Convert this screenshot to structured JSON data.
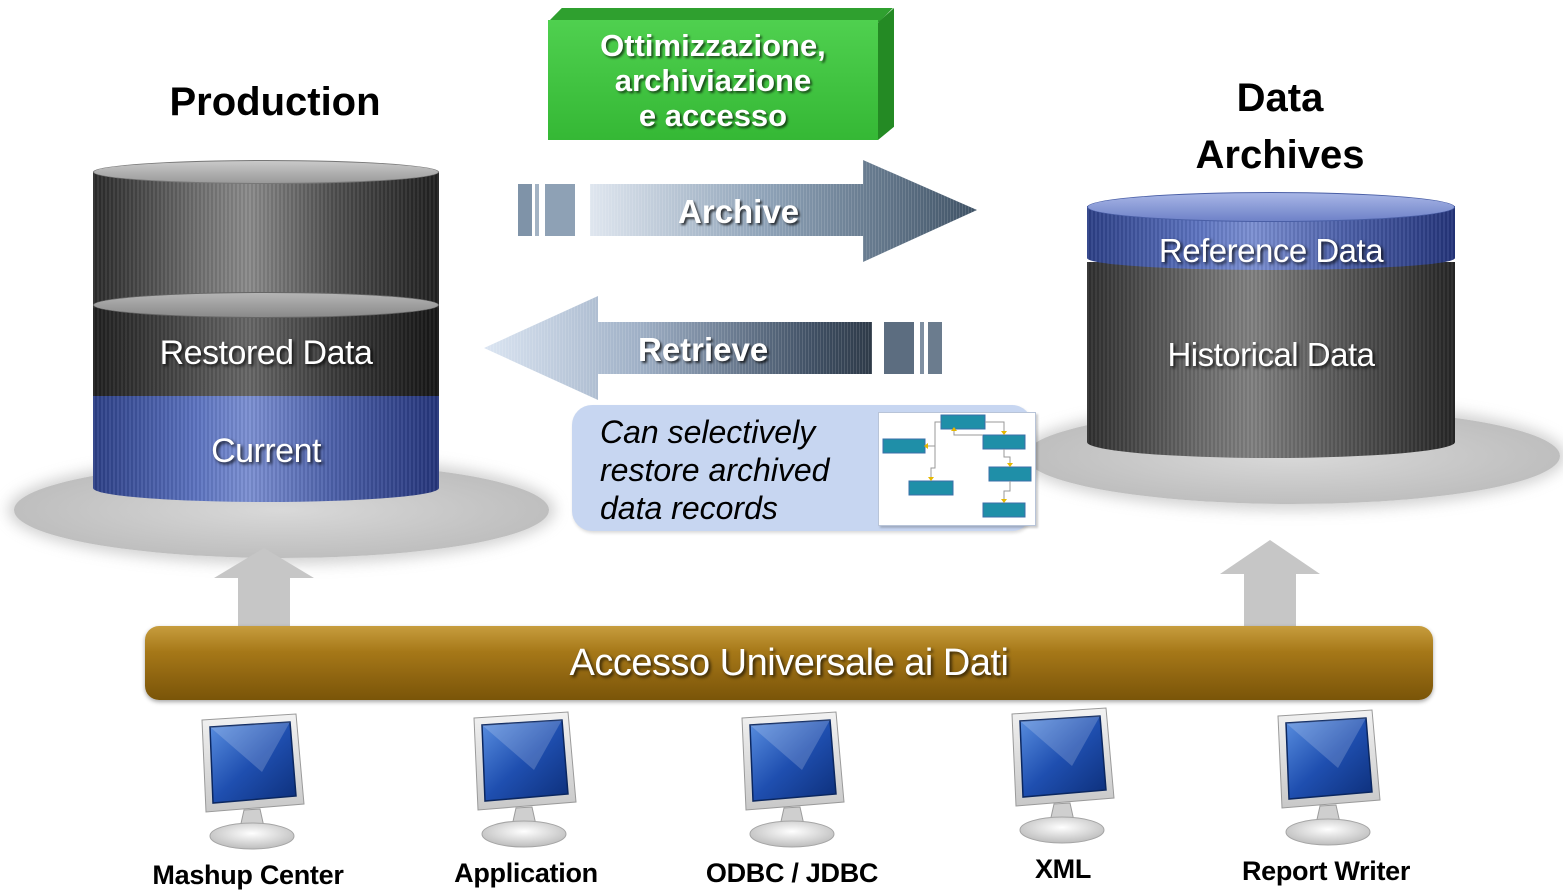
{
  "titles": {
    "production": "Production",
    "archives_line1": "Data",
    "archives_line2": "Archives"
  },
  "optimization_box": {
    "line1": "Ottimizzazione,",
    "line2": "archiviazione",
    "line3": "e accesso",
    "color": "#3cc43c"
  },
  "production_db": {
    "restored_label": "Restored Data",
    "current_label": "Current"
  },
  "archive_db": {
    "reference_label": "Reference Data",
    "historical_label": "Historical Data"
  },
  "arrows": {
    "archive_label": "Archive",
    "retrieve_label": "Retrieve"
  },
  "callout": {
    "line1": "Can selectively",
    "line2": "restore archived",
    "line3": "data records"
  },
  "access_bar": {
    "label": "Accesso Universale ai Dati",
    "color": "#a67818"
  },
  "clients": [
    {
      "label": "Mashup Center",
      "icon": "monitor-icon"
    },
    {
      "label": "Application",
      "icon": "monitor-icon"
    },
    {
      "label": "ODBC / JDBC",
      "icon": "monitor-icon"
    },
    {
      "label": "XML",
      "icon": "monitor-icon"
    },
    {
      "label": "Report Writer",
      "icon": "monitor-icon"
    }
  ]
}
